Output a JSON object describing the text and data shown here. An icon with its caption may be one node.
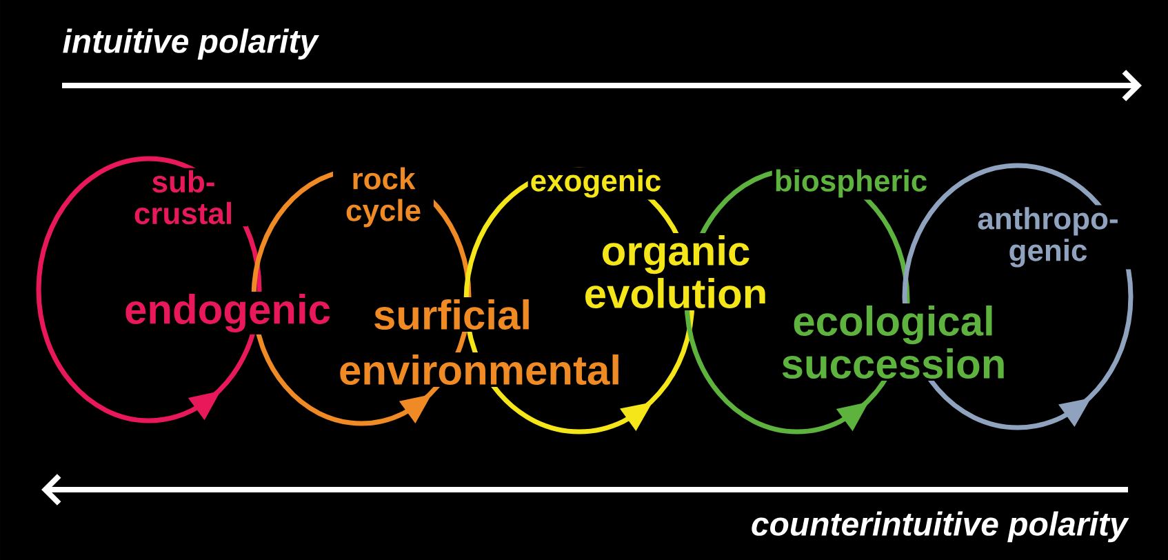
{
  "diagram": {
    "nodes": [
      {
        "text": [
          "sub-crustal",
          "endogenic"
        ]
      },
      {
        "text": [
          "rock cycle",
          "surficial",
          "environmental"
        ]
      },
      {
        "text": [
          "exogenic",
          "organic evolution"
        ]
      },
      {
        "text": [
          "biospheric",
          "ecological succession"
        ]
      },
      {
        "text": [
          "anthropo-genic"
        ]
      }
    ],
    "labels": [
      "intuitive polarity",
      "counterintuitive polarity"
    ]
  }
}
